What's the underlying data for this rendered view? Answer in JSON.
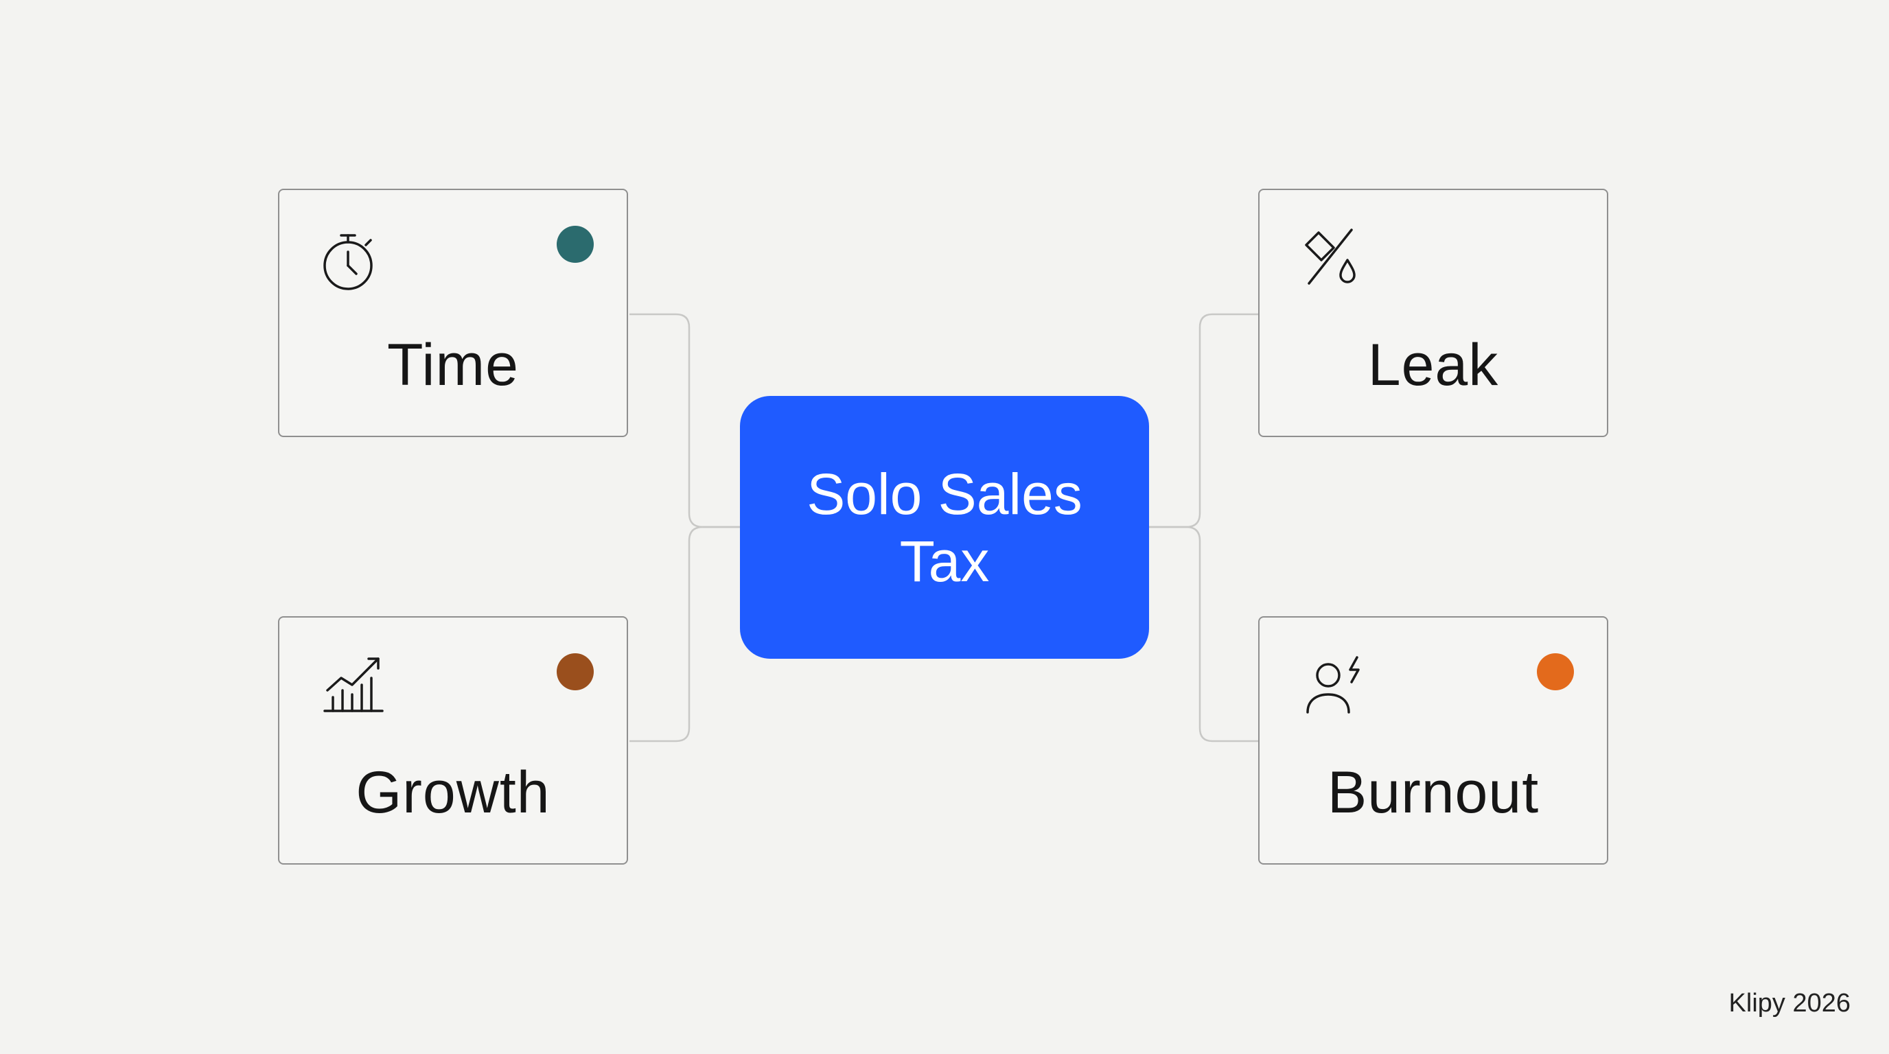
{
  "center": {
    "line1": "Solo Sales",
    "line2": "Tax",
    "color": "#1f5bff"
  },
  "cards": {
    "time": {
      "label": "Time",
      "icon": "stopwatch-icon",
      "dot_color": "#2b6b6e"
    },
    "leak": {
      "label": "Leak",
      "icon": "leak-drop-icon",
      "dot_color": null
    },
    "growth": {
      "label": "Growth",
      "icon": "growth-chart-icon",
      "dot_color": "#9a4f1d"
    },
    "burnout": {
      "label": "Burnout",
      "icon": "person-lightning-icon",
      "dot_color": "#e36a1c"
    }
  },
  "footer": {
    "text": "Klipy 2026"
  }
}
